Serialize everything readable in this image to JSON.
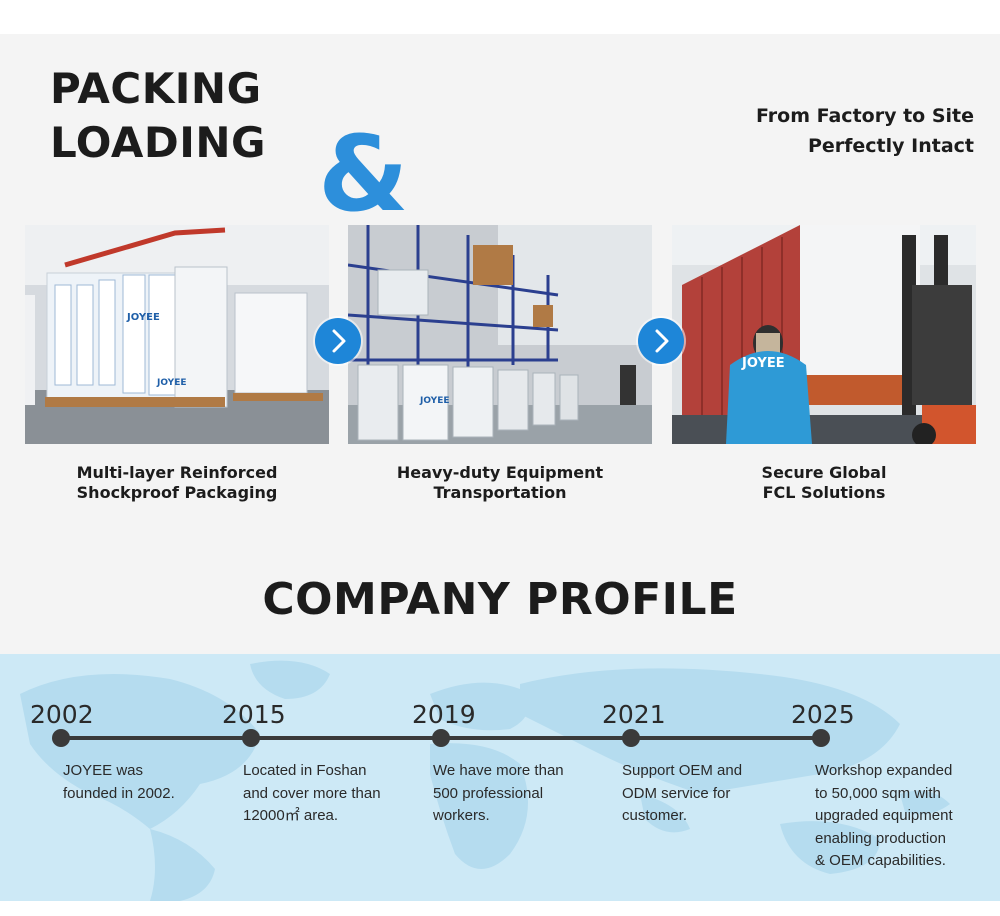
{
  "header": {
    "title_line1": "PACKING",
    "title_line2": "LOADING",
    "ampersand": "&",
    "tagline_line1": "From Factory to Site",
    "tagline_line2": "Perfectly Intact"
  },
  "photos": [
    {
      "caption_line1": "Multi-layer Reinforced",
      "caption_line2": "Shockproof Packaging",
      "brand": "JOYEE"
    },
    {
      "caption_line1": "Heavy-duty Equipment",
      "caption_line2": "Transportation",
      "brand": "JOYEE"
    },
    {
      "caption_line1": "Secure Global",
      "caption_line2": "FCL Solutions",
      "brand": "JOYEE"
    }
  ],
  "arrows": [
    {
      "icon": "chevron-right-icon"
    },
    {
      "icon": "chevron-right-icon"
    }
  ],
  "profile": {
    "title": "COMPANY PROFILE"
  },
  "timeline": [
    {
      "year": "2002",
      "lines": [
        "JOYEE was",
        "founded in 2002."
      ]
    },
    {
      "year": "2015",
      "lines": [
        "Located in Foshan",
        "and cover more than",
        "12000㎡ area."
      ]
    },
    {
      "year": "2019",
      "lines": [
        "We have more than",
        "500 professional",
        "workers."
      ]
    },
    {
      "year": "2021",
      "lines": [
        "Support OEM and",
        "ODM service for",
        "customer."
      ]
    },
    {
      "year": "2025",
      "lines": [
        "Workshop expanded",
        "to 50,000 sqm with",
        "upgraded equipment",
        "enabling production",
        "& OEM capabilities."
      ]
    }
  ],
  "colors": {
    "accent": "#2d8fdb",
    "button": "#1e86d8",
    "timeline_bg": "#cde9f6",
    "section_bg": "#f4f4f4"
  }
}
